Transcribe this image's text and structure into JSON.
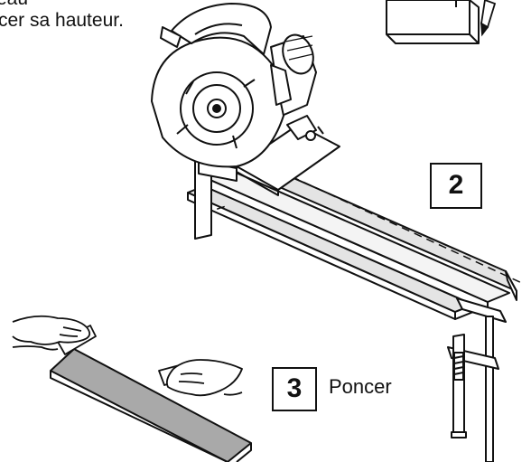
{
  "caption": {
    "line1": "eau",
    "line2": "cer sa hauteur."
  },
  "steps": [
    {
      "number": "2",
      "label": ""
    },
    {
      "number": "3",
      "label": "Poncer"
    }
  ],
  "colors": {
    "ink": "#111111",
    "board_fill": "#e4e4e4",
    "sanded_board_fill": "#a9a9a9",
    "background": "#ffffff"
  }
}
